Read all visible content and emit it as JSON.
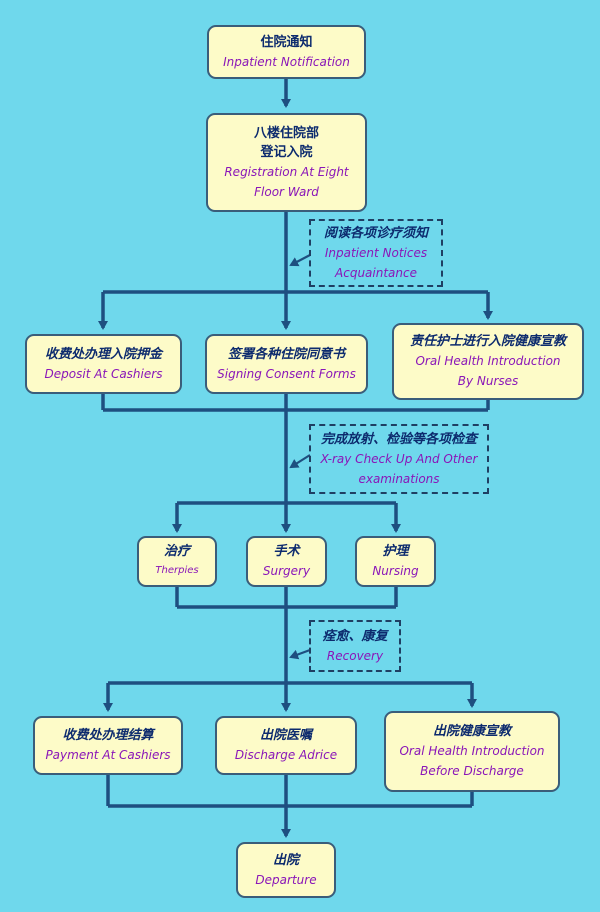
{
  "nodes": {
    "notification": {
      "zh": "住院通知",
      "en": "Inpatient Notification"
    },
    "registration": {
      "zh1": "八楼住院部",
      "zh2": "登记入院",
      "en1": "Registration At Eight",
      "en2": "Floor Ward"
    },
    "deposit": {
      "zh": "收费处办理入院押金",
      "en": "Deposit At Cashiers"
    },
    "consent": {
      "zh": "签署各种住院同意书",
      "en": "Signing Consent Forms"
    },
    "health_intro": {
      "zh": "责任护士进行入院健康宣教",
      "en1": "Oral Health Introduction",
      "en2": "By Nurses"
    },
    "therapies": {
      "zh": "治疗",
      "en": "Therpies"
    },
    "surgery": {
      "zh": "手术",
      "en": "Surgery"
    },
    "nursing": {
      "zh": "护理",
      "en": "Nursing"
    },
    "payment": {
      "zh": "收费处办理结算",
      "en": "Payment At Cashiers"
    },
    "discharge_advice": {
      "zh": "出院医嘱",
      "en": "Discharge Adrice"
    },
    "discharge_intro": {
      "zh": "出院健康宣教",
      "en1": "Oral Health Introduction",
      "en2": "Before Discharge"
    },
    "departure": {
      "zh": "出院",
      "en": "Departure"
    }
  },
  "notes": {
    "notices": {
      "zh": "阅读各项诊疗须知",
      "en1": "Inpatient Notices",
      "en2": "Acquaintance"
    },
    "checkup": {
      "zh": "完成放射、检验等各项检查",
      "en1": "X-ray Check Up And Other",
      "en2": "examinations"
    },
    "recovery": {
      "zh": "痊愈、康复",
      "en": "Recovery"
    }
  },
  "colors": {
    "background": "#6fd8ec",
    "box_fill": "#fdfbc8",
    "line": "#1e4f80",
    "zh_text": "#0d2b6e",
    "en_text": "#8a16b8"
  }
}
